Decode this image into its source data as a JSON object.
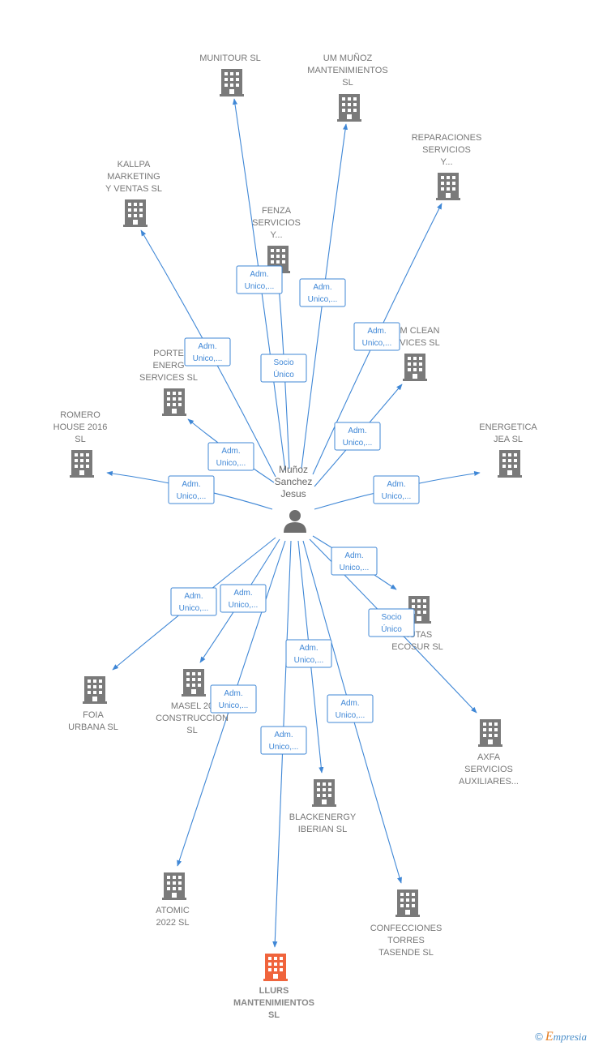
{
  "center": {
    "name_lines": [
      "Muñoz",
      "Sanchez",
      "Jesus"
    ]
  },
  "companies": [
    {
      "id": "munitour",
      "lines": [
        "MUNITOUR  SL"
      ],
      "main": false
    },
    {
      "id": "um-munoz",
      "lines": [
        "UM MUÑOZ",
        "MANTENIMIENTOS",
        "SL"
      ],
      "main": false
    },
    {
      "id": "reparaciones",
      "lines": [
        "REPARACIONES",
        "SERVICIOS",
        "Y..."
      ],
      "main": false
    },
    {
      "id": "kallpa",
      "lines": [
        "KALLPA",
        "MARKETING",
        "Y VENTAS  SL"
      ],
      "main": false
    },
    {
      "id": "fenza",
      "lines": [
        "FENZA",
        "SERVICIOS",
        "Y..."
      ],
      "main": false
    },
    {
      "id": "clean",
      "lines": [
        "M CLEAN",
        "VICES  SL"
      ],
      "main": false
    },
    {
      "id": "porte",
      "lines": [
        "PORTE",
        "ENERG",
        "SERVICES  SL"
      ],
      "main": false
    },
    {
      "id": "romero",
      "lines": [
        "ROMERO",
        "HOUSE 2016",
        "SL"
      ],
      "main": false
    },
    {
      "id": "energetica",
      "lines": [
        "ENERGETICA",
        "JEA  SL"
      ],
      "main": false
    },
    {
      "id": "rutas",
      "lines": [
        "RUTAS",
        "ECOSUR  SL"
      ],
      "main": false
    },
    {
      "id": "foia",
      "lines": [
        "FOIA",
        "URBANA  SL"
      ],
      "main": false
    },
    {
      "id": "masel",
      "lines": [
        "MASEL 20",
        "CONSTRUCCION",
        "SL"
      ],
      "main": false
    },
    {
      "id": "axfa",
      "lines": [
        "AXFA",
        "SERVICIOS",
        "AUXILIARES..."
      ],
      "main": false
    },
    {
      "id": "blackenergy",
      "lines": [
        "BLACKENERGY",
        "IBERIAN  SL"
      ],
      "main": false
    },
    {
      "id": "atomic",
      "lines": [
        "ATOMIC",
        "2022  SL"
      ],
      "main": false
    },
    {
      "id": "confecciones",
      "lines": [
        "CONFECCIONES",
        "TORRES",
        "TASENDE  SL"
      ],
      "main": false
    },
    {
      "id": "llurs",
      "lines": [
        "LLURS",
        "MANTENIMIENTOS",
        "SL"
      ],
      "main": true
    }
  ],
  "edges": [
    {
      "target": "munitour",
      "label": [
        "Adm.",
        "Unico,..."
      ]
    },
    {
      "target": "fenza",
      "label": [
        "Socio",
        "Único"
      ]
    },
    {
      "target": "um-munoz",
      "label": [
        "Adm.",
        "Unico,..."
      ]
    },
    {
      "target": "reparaciones",
      "label": [
        "Adm.",
        "Unico,..."
      ]
    },
    {
      "target": "kallpa",
      "label": [
        "Adm.",
        "Unico,..."
      ]
    },
    {
      "target": "clean",
      "label": [
        "Adm.",
        "Unico,..."
      ]
    },
    {
      "target": "porte",
      "label": [
        "Adm.",
        "Unico,..."
      ]
    },
    {
      "target": "romero",
      "label": [
        "Adm.",
        "Unico,..."
      ]
    },
    {
      "target": "energetica",
      "label": [
        "Adm.",
        "Unico,..."
      ]
    },
    {
      "target": "rutas",
      "label": [
        "Adm.",
        "Unico,..."
      ]
    },
    {
      "target": "axfa",
      "label": [
        "Socio",
        "Único"
      ]
    },
    {
      "target": "foia",
      "label": [
        "Adm.",
        "Unico,..."
      ]
    },
    {
      "target": "masel",
      "label": [
        "Adm.",
        "Unico,..."
      ]
    },
    {
      "target": "atomic",
      "label": [
        "Adm.",
        "Unico,..."
      ]
    },
    {
      "target": "blackenergy",
      "label": [
        "Adm.",
        "Unico,..."
      ]
    },
    {
      "target": "llurs",
      "label": [
        "Adm.",
        "Unico,..."
      ]
    },
    {
      "target": "confecciones",
      "label": [
        "Adm.",
        "Unico,..."
      ]
    }
  ],
  "colors": {
    "edge": "#3f87d6",
    "building": "#7a7a7a",
    "building_main": "#f0643c",
    "person": "#6e6e6e"
  },
  "footer": {
    "copyright": "©",
    "brand_initial": "E",
    "brand_rest": "mpresia"
  }
}
